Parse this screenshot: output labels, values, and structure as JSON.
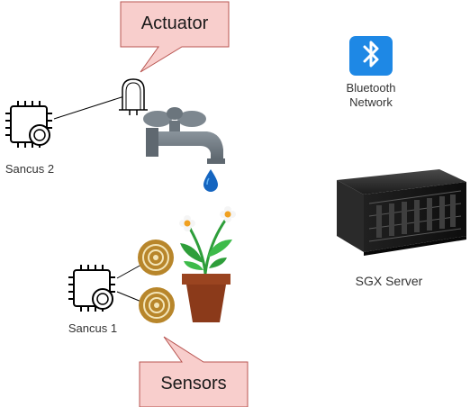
{
  "callouts": {
    "actuator": "Actuator",
    "sensors": "Sensors"
  },
  "nodes": {
    "sancus2": "Sancus 2",
    "sancus1": "Sancus 1",
    "bluetooth_line1": "Bluetooth",
    "bluetooth_line2": "Network",
    "server": "SGX Server"
  },
  "icons": {
    "chip": "chip-icon",
    "servo": "servo-icon",
    "tap": "water-tap-icon",
    "drop": "water-drop-icon",
    "sensor": "sensor-icon",
    "plant": "potted-plant-icon",
    "bluetooth": "bluetooth-icon",
    "server": "server-icon"
  },
  "colors": {
    "callout_fill": "#f8cecc",
    "callout_stroke": "#b85450",
    "bluetooth_blue": "#1e88e5",
    "sensor_gold": "#b8862b",
    "pot_brown": "#8b3a1a",
    "leaf_green": "#2e9e3a",
    "drop_blue": "#1565c0",
    "tap_gray": "#6b7680"
  }
}
